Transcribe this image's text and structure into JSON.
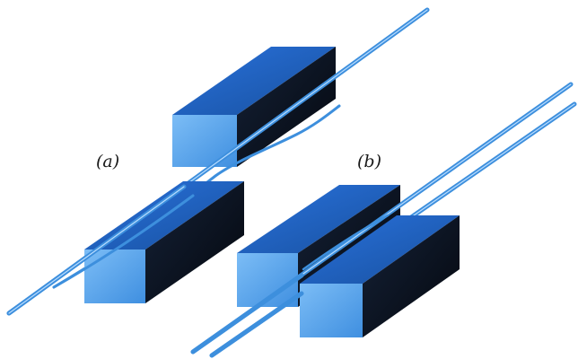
{
  "figure": {
    "panels": [
      {
        "label": "(a)",
        "blocks": 2,
        "wires": 2
      },
      {
        "label": "(b)",
        "blocks": 2,
        "wires": 2
      }
    ],
    "colors": {
      "block_front": "#5aa6ee",
      "block_top": "#1f62cf",
      "block_side": "#0d1526",
      "wire": "#4a9be3",
      "wire_inner": "#b8dcff",
      "background": "#ffffff"
    }
  }
}
